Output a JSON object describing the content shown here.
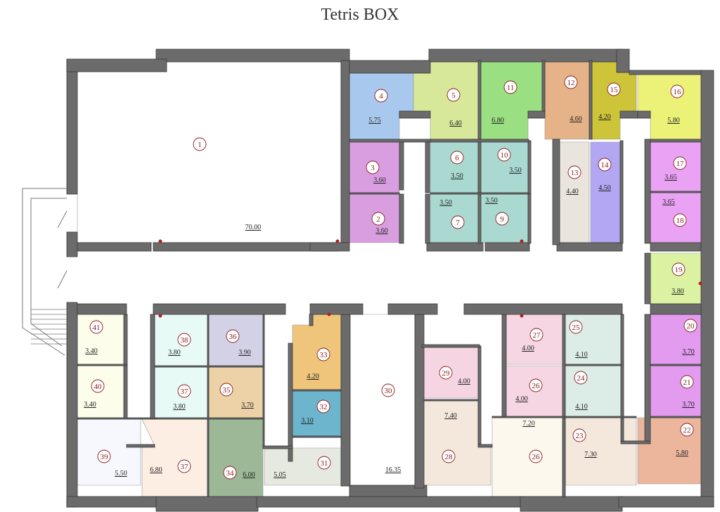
{
  "title": "Tetris BOX",
  "colors": {
    "wall": "#6b6b6b",
    "wall_stroke": "#3a3a3a",
    "marker": "#b02020",
    "label_circle": "#8b1a1a"
  },
  "rooms": [
    {
      "id": "1",
      "area": "70.00",
      "color": "#ffffff"
    },
    {
      "id": "2",
      "area": "3.60",
      "color": "#d89ee0"
    },
    {
      "id": "3",
      "area": "3.60",
      "color": "#d89ee0"
    },
    {
      "id": "4",
      "area": "5.75",
      "color": "#a9c8ee"
    },
    {
      "id": "5",
      "area": "6.40",
      "color": "#d7e89a"
    },
    {
      "id": "6",
      "area": "3.50",
      "color": "#a9d9d0"
    },
    {
      "id": "7",
      "area": "3.50",
      "color": "#a9d9d0"
    },
    {
      "id": "9",
      "area": "3.50",
      "color": "#a9d9d0"
    },
    {
      "id": "10",
      "area": "3.50",
      "color": "#a9d9d0"
    },
    {
      "id": "11",
      "area": "6.80",
      "color": "#9adf82"
    },
    {
      "id": "12",
      "area": "4.60",
      "color": "#e6b287"
    },
    {
      "id": "13",
      "area": "4.40",
      "color": "#e9e4dc"
    },
    {
      "id": "14",
      "area": "4.50",
      "color": "#b3a6f2"
    },
    {
      "id": "15",
      "area": "4.20",
      "color": "#cdc43a"
    },
    {
      "id": "16",
      "area": "5.80",
      "color": "#ecf277"
    },
    {
      "id": "17",
      "area": "3.65",
      "color": "#eaa2f4"
    },
    {
      "id": "18",
      "area": "3.65",
      "color": "#eaa2f4"
    },
    {
      "id": "19",
      "area": "3.80",
      "color": "#dbf2a2"
    },
    {
      "id": "20",
      "area": "3.70",
      "color": "#e39bf0"
    },
    {
      "id": "21",
      "area": "3.70",
      "color": "#e39bf0"
    },
    {
      "id": "22",
      "area": "5.80",
      "color": "#ecb69d"
    },
    {
      "id": "23",
      "area": "7.30",
      "color": "#f4e7dc"
    },
    {
      "id": "24",
      "area": "4.10",
      "color": "#dcece6"
    },
    {
      "id": "25",
      "area": "4.10",
      "color": "#dcece6"
    },
    {
      "id": "26",
      "area": "4.00",
      "color": "#f6d6e2"
    },
    {
      "id": "26",
      "area": "7.20",
      "color": "#fdf8ee"
    },
    {
      "id": "27",
      "area": "4.00",
      "color": "#f6d6e2"
    },
    {
      "id": "28",
      "area": "7.40",
      "color": "#f4e7dc"
    },
    {
      "id": "29",
      "area": "4.00",
      "color": "#f5d5e2"
    },
    {
      "id": "30",
      "area": "16.35",
      "color": "#ffffff"
    },
    {
      "id": "31",
      "area": "5.05",
      "color": "#e6e9df"
    },
    {
      "id": "32",
      "area": "3.10",
      "color": "#6db4cd"
    },
    {
      "id": "33",
      "area": "4.20",
      "color": "#eec57a"
    },
    {
      "id": "34",
      "area": "6.00",
      "color": "#9cb896"
    },
    {
      "id": "35",
      "area": "3.70",
      "color": "#ecd2a6"
    },
    {
      "id": "36",
      "area": "3.90",
      "color": "#d3d1e6"
    },
    {
      "id": "37",
      "area": "3.80",
      "color": "#e7faf6"
    },
    {
      "id": "37",
      "area": "6.80",
      "color": "#fdeee4"
    },
    {
      "id": "38",
      "area": "3.80",
      "color": "#e7faf6"
    },
    {
      "id": "39",
      "area": "5.50",
      "color": "#f7f8fe"
    },
    {
      "id": "40",
      "area": "3.40",
      "color": "#fcfdea"
    },
    {
      "id": "41",
      "area": "3.40",
      "color": "#fcfdea"
    }
  ]
}
